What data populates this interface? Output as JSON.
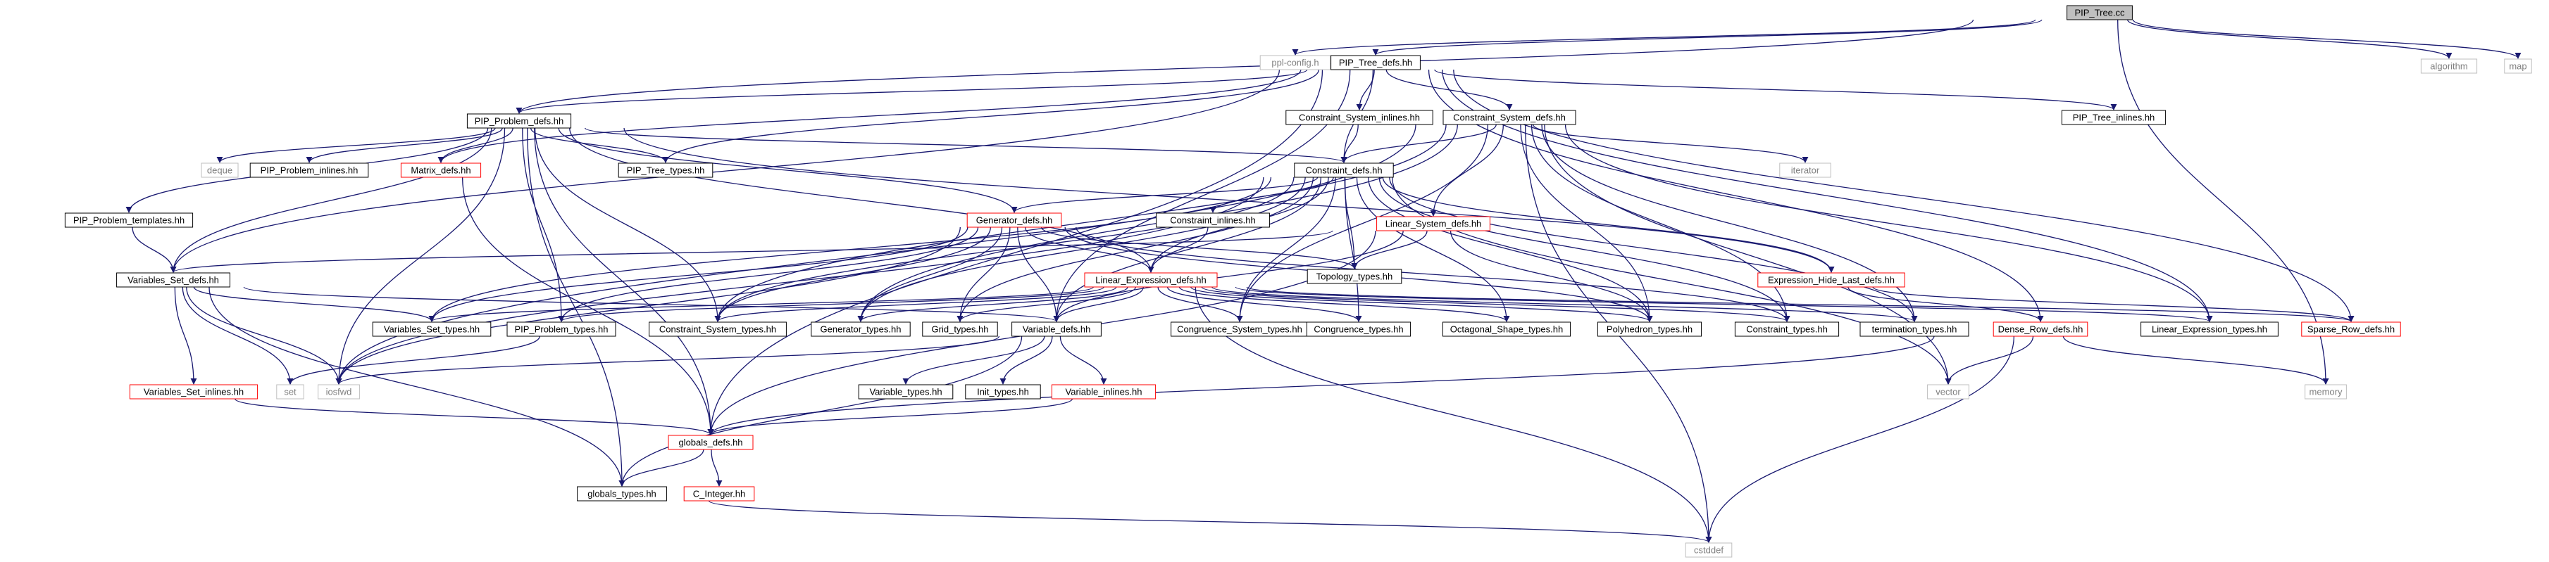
{
  "colors": {
    "edge": "#191970",
    "root_fill": "#bfbfbf",
    "box_border": "#000000",
    "undocumented_border": "#ff0000",
    "system_border": "#bfbfbf",
    "system_text": "#808080"
  },
  "nodes": [
    {
      "id": "n0",
      "label": "PIP_Tree.cc",
      "kind": "root"
    },
    {
      "id": "n1",
      "label": "ppl-config.h",
      "kind": "system"
    },
    {
      "id": "n2",
      "label": "PIP_Tree_defs.hh",
      "kind": "doc"
    },
    {
      "id": "n3",
      "label": "algorithm",
      "kind": "system"
    },
    {
      "id": "n4",
      "label": "map",
      "kind": "system"
    },
    {
      "id": "n5",
      "label": "PIP_Problem_defs.hh",
      "kind": "doc"
    },
    {
      "id": "n6",
      "label": "Constraint_System_inlines.hh",
      "kind": "doc"
    },
    {
      "id": "n7",
      "label": "Constraint_System_defs.hh",
      "kind": "doc"
    },
    {
      "id": "n8",
      "label": "PIP_Tree_inlines.hh",
      "kind": "doc"
    },
    {
      "id": "n9",
      "label": "deque",
      "kind": "system"
    },
    {
      "id": "n10",
      "label": "PIP_Problem_inlines.hh",
      "kind": "doc"
    },
    {
      "id": "n11",
      "label": "Matrix_defs.hh",
      "kind": "undoc"
    },
    {
      "id": "n12",
      "label": "PIP_Tree_types.hh",
      "kind": "doc"
    },
    {
      "id": "n13",
      "label": "Constraint_defs.hh",
      "kind": "doc"
    },
    {
      "id": "n14",
      "label": "iterator",
      "kind": "system"
    },
    {
      "id": "n15",
      "label": "PIP_Problem_templates.hh",
      "kind": "doc"
    },
    {
      "id": "n16",
      "label": "Generator_defs.hh",
      "kind": "undoc"
    },
    {
      "id": "n17",
      "label": "Constraint_inlines.hh",
      "kind": "doc"
    },
    {
      "id": "n18",
      "label": "Linear_System_defs.hh",
      "kind": "undoc"
    },
    {
      "id": "n19",
      "label": "Variables_Set_defs.hh",
      "kind": "doc"
    },
    {
      "id": "n20",
      "label": "Linear_Expression_defs.hh",
      "kind": "undoc"
    },
    {
      "id": "n21",
      "label": "Topology_types.hh",
      "kind": "doc"
    },
    {
      "id": "n22",
      "label": "Expression_Hide_Last_defs.hh",
      "kind": "undoc"
    },
    {
      "id": "n23",
      "label": "Variables_Set_types.hh",
      "kind": "doc"
    },
    {
      "id": "n24",
      "label": "PIP_Problem_types.hh",
      "kind": "doc"
    },
    {
      "id": "n25",
      "label": "Constraint_System_types.hh",
      "kind": "doc"
    },
    {
      "id": "n26",
      "label": "Generator_types.hh",
      "kind": "doc"
    },
    {
      "id": "n27",
      "label": "Grid_types.hh",
      "kind": "doc"
    },
    {
      "id": "n28",
      "label": "Variable_defs.hh",
      "kind": "doc"
    },
    {
      "id": "n29",
      "label": "Congruence_System_types.hh",
      "kind": "doc"
    },
    {
      "id": "n30",
      "label": "Congruence_types.hh",
      "kind": "doc"
    },
    {
      "id": "n31",
      "label": "Octagonal_Shape_types.hh",
      "kind": "doc"
    },
    {
      "id": "n32",
      "label": "Polyhedron_types.hh",
      "kind": "doc"
    },
    {
      "id": "n33",
      "label": "Constraint_types.hh",
      "kind": "doc"
    },
    {
      "id": "n34",
      "label": "termination_types.hh",
      "kind": "doc"
    },
    {
      "id": "n35",
      "label": "Dense_Row_defs.hh",
      "kind": "undoc"
    },
    {
      "id": "n36",
      "label": "Linear_Expression_types.hh",
      "kind": "doc"
    },
    {
      "id": "n37",
      "label": "Sparse_Row_defs.hh",
      "kind": "undoc"
    },
    {
      "id": "n38",
      "label": "Variables_Set_inlines.hh",
      "kind": "undoc"
    },
    {
      "id": "n39",
      "label": "set",
      "kind": "system"
    },
    {
      "id": "n40",
      "label": "iosfwd",
      "kind": "system"
    },
    {
      "id": "n41",
      "label": "Variable_types.hh",
      "kind": "doc"
    },
    {
      "id": "n42",
      "label": "Init_types.hh",
      "kind": "doc"
    },
    {
      "id": "n43",
      "label": "Variable_inlines.hh",
      "kind": "undoc"
    },
    {
      "id": "n44",
      "label": "vector",
      "kind": "system"
    },
    {
      "id": "n45",
      "label": "memory",
      "kind": "system"
    },
    {
      "id": "n46",
      "label": "globals_defs.hh",
      "kind": "undoc"
    },
    {
      "id": "n47",
      "label": "globals_types.hh",
      "kind": "doc"
    },
    {
      "id": "n48",
      "label": "C_Integer.hh",
      "kind": "undoc"
    },
    {
      "id": "n49",
      "label": "cstddef",
      "kind": "system"
    }
  ],
  "edges": [
    [
      "n0",
      "n1"
    ],
    [
      "n0",
      "n2"
    ],
    [
      "n0",
      "n3"
    ],
    [
      "n0",
      "n4"
    ],
    [
      "n0",
      "n5"
    ],
    [
      "n0",
      "n45"
    ],
    [
      "n2",
      "n5"
    ],
    [
      "n2",
      "n6"
    ],
    [
      "n2",
      "n7"
    ],
    [
      "n2",
      "n8"
    ],
    [
      "n2",
      "n12"
    ],
    [
      "n2",
      "n13"
    ],
    [
      "n2",
      "n11"
    ],
    [
      "n2",
      "n28"
    ],
    [
      "n2",
      "n36"
    ],
    [
      "n2",
      "n35"
    ],
    [
      "n2",
      "n37"
    ],
    [
      "n2",
      "n19"
    ],
    [
      "n2",
      "n46"
    ],
    [
      "n5",
      "n9"
    ],
    [
      "n5",
      "n10"
    ],
    [
      "n5",
      "n11"
    ],
    [
      "n5",
      "n12"
    ],
    [
      "n5",
      "n13"
    ],
    [
      "n5",
      "n15"
    ],
    [
      "n5",
      "n16"
    ],
    [
      "n5",
      "n20"
    ],
    [
      "n5",
      "n24"
    ],
    [
      "n5",
      "n25"
    ],
    [
      "n5",
      "n40"
    ],
    [
      "n5",
      "n46"
    ],
    [
      "n5",
      "n47"
    ],
    [
      "n5",
      "n19"
    ],
    [
      "n5",
      "n22"
    ],
    [
      "n6",
      "n13"
    ],
    [
      "n7",
      "n13"
    ],
    [
      "n7",
      "n14"
    ],
    [
      "n7",
      "n18"
    ],
    [
      "n7",
      "n29"
    ],
    [
      "n7",
      "n32"
    ],
    [
      "n7",
      "n33"
    ],
    [
      "n7",
      "n34"
    ],
    [
      "n7",
      "n36"
    ],
    [
      "n7",
      "n49"
    ],
    [
      "n7",
      "n40"
    ],
    [
      "n7",
      "n25"
    ],
    [
      "n7",
      "n26"
    ],
    [
      "n7",
      "n44"
    ],
    [
      "n13",
      "n16"
    ],
    [
      "n13",
      "n17"
    ],
    [
      "n13",
      "n20"
    ],
    [
      "n13",
      "n21"
    ],
    [
      "n13",
      "n22"
    ],
    [
      "n13",
      "n23"
    ],
    [
      "n13",
      "n25"
    ],
    [
      "n13",
      "n26"
    ],
    [
      "n13",
      "n27"
    ],
    [
      "n13",
      "n28"
    ],
    [
      "n13",
      "n29"
    ],
    [
      "n13",
      "n30"
    ],
    [
      "n13",
      "n31"
    ],
    [
      "n13",
      "n32"
    ],
    [
      "n13",
      "n33"
    ],
    [
      "n13",
      "n34"
    ],
    [
      "n13",
      "n40"
    ],
    [
      "n13",
      "n44"
    ],
    [
      "n15",
      "n19"
    ],
    [
      "n16",
      "n20"
    ],
    [
      "n16",
      "n21"
    ],
    [
      "n16",
      "n23"
    ],
    [
      "n16",
      "n25"
    ],
    [
      "n16",
      "n26"
    ],
    [
      "n16",
      "n27"
    ],
    [
      "n16",
      "n28"
    ],
    [
      "n16",
      "n32"
    ],
    [
      "n16",
      "n33"
    ],
    [
      "n16",
      "n40"
    ],
    [
      "n16",
      "n24"
    ],
    [
      "n17",
      "n20"
    ],
    [
      "n18",
      "n19"
    ],
    [
      "n18",
      "n21"
    ],
    [
      "n18",
      "n28"
    ],
    [
      "n18",
      "n32"
    ],
    [
      "n18",
      "n46"
    ],
    [
      "n19",
      "n23"
    ],
    [
      "n19",
      "n28"
    ],
    [
      "n19",
      "n38"
    ],
    [
      "n19",
      "n39"
    ],
    [
      "n19",
      "n40"
    ],
    [
      "n19",
      "n47"
    ],
    [
      "n20",
      "n23"
    ],
    [
      "n20",
      "n24"
    ],
    [
      "n20",
      "n25"
    ],
    [
      "n20",
      "n26"
    ],
    [
      "n20",
      "n27"
    ],
    [
      "n20",
      "n28"
    ],
    [
      "n20",
      "n29"
    ],
    [
      "n20",
      "n30"
    ],
    [
      "n20",
      "n31"
    ],
    [
      "n20",
      "n32"
    ],
    [
      "n20",
      "n33"
    ],
    [
      "n20",
      "n34"
    ],
    [
      "n20",
      "n36"
    ],
    [
      "n20",
      "n37"
    ],
    [
      "n20",
      "n49"
    ],
    [
      "n22",
      "n35"
    ],
    [
      "n22",
      "n37"
    ],
    [
      "n24",
      "n39"
    ],
    [
      "n28",
      "n40"
    ],
    [
      "n28",
      "n41"
    ],
    [
      "n28",
      "n42"
    ],
    [
      "n28",
      "n43"
    ],
    [
      "n28",
      "n47"
    ],
    [
      "n35",
      "n44"
    ],
    [
      "n35",
      "n45"
    ],
    [
      "n35",
      "n46"
    ],
    [
      "n35",
      "n49"
    ],
    [
      "n38",
      "n46"
    ],
    [
      "n11",
      "n46"
    ],
    [
      "n43",
      "n46"
    ],
    [
      "n46",
      "n47"
    ],
    [
      "n46",
      "n48"
    ],
    [
      "n47",
      "n49"
    ]
  ]
}
